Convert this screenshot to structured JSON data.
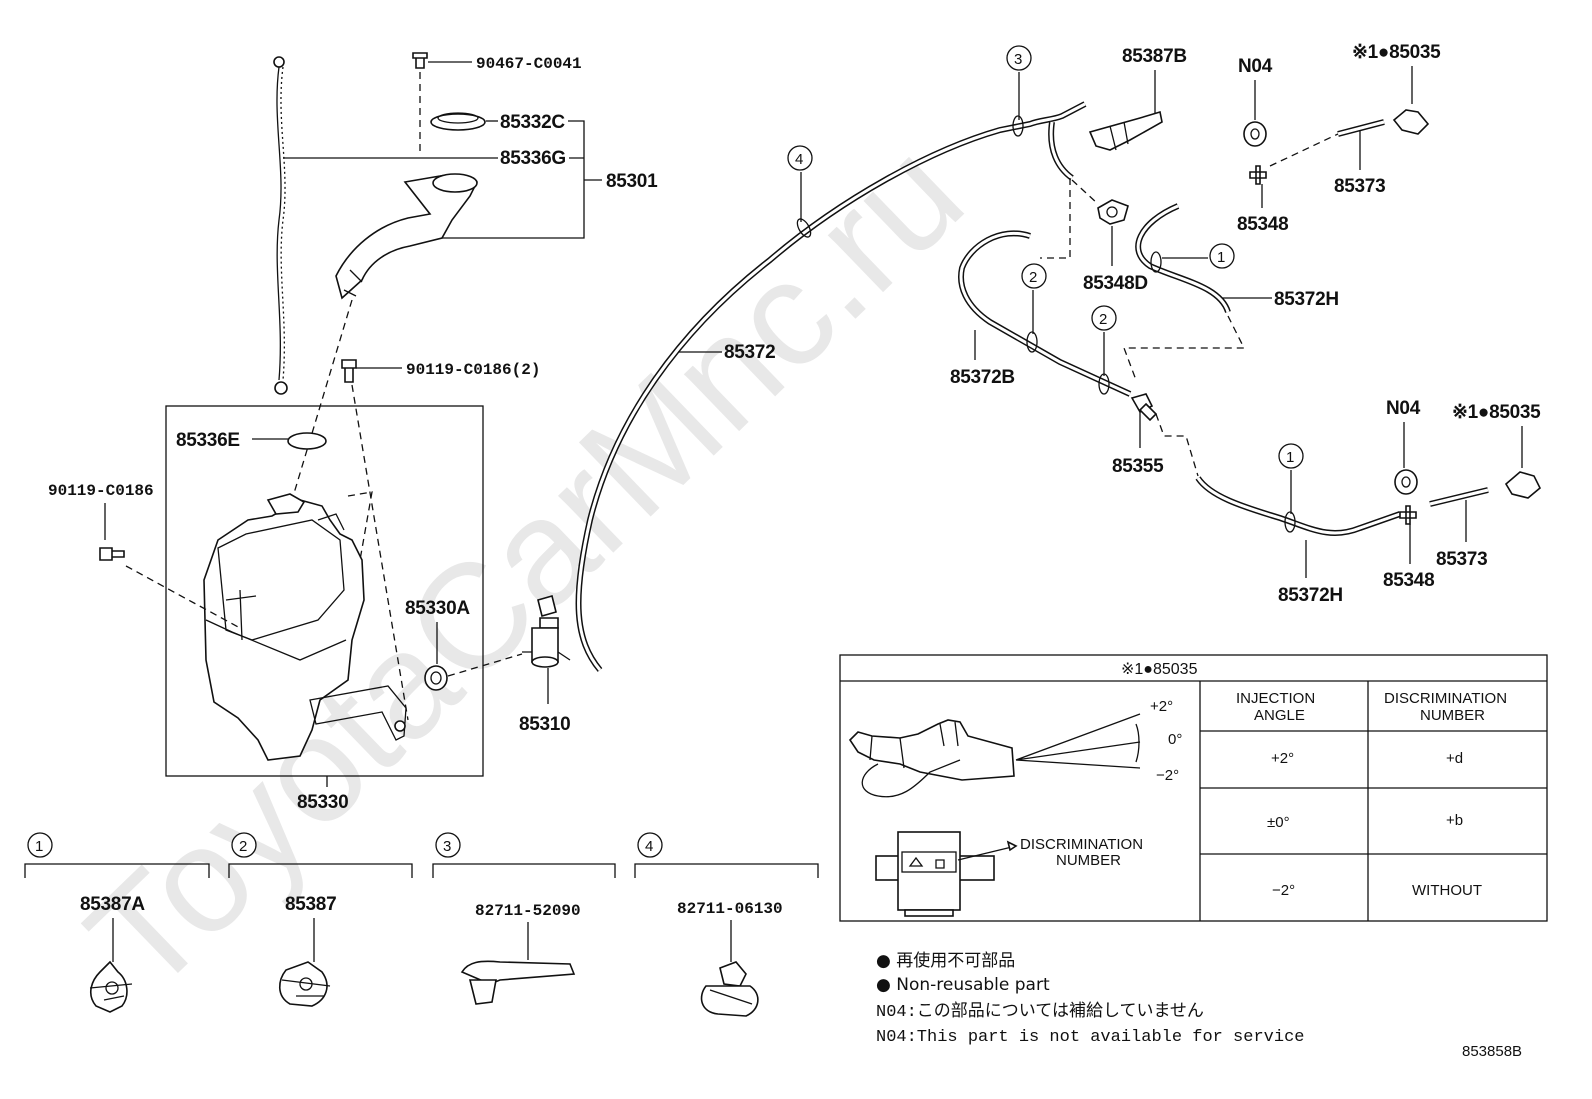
{
  "watermark": "ToyotaCarMnc.ru",
  "labels": {
    "p90467": "90467-C0041",
    "p85332C": "85332C",
    "p85336G": "85336G",
    "p85301": "85301",
    "p90119_2": "90119-C0186(2)",
    "p85336E": "85336E",
    "p90119": "90119-C0186",
    "p85330A": "85330A",
    "p85310": "85310",
    "p85330": "85330",
    "p85372": "85372",
    "p85387B": "85387B",
    "pN04a": "N04",
    "p85035a": "※1●85035",
    "p85373a": "85373",
    "p85348a": "85348",
    "p85348D": "85348D",
    "p85372Ha": "85372H",
    "p85372B": "85372B",
    "p85355": "85355",
    "pN04b": "N04",
    "p85035b": "※1●85035",
    "p85372Hb": "85372H",
    "p85348b": "85348",
    "p85373b": "85373",
    "p85387A": "85387A",
    "p85387": "85387",
    "p82711a": "82711-52090",
    "p82711b": "82711-06130",
    "figure_code": "853858B"
  },
  "callouts": {
    "n1": "1",
    "n2": "2",
    "n3": "3",
    "n4": "4"
  },
  "table": {
    "title": "※1●85035",
    "angle_plus": "+2°",
    "angle_zero": "0°",
    "angle_minus": "−2°",
    "discrimination_label_1": "DISCRIMINATION",
    "discrimination_label_2": "NUMBER",
    "col1_header_1": "INJECTION",
    "col1_header_2": "ANGLE",
    "col2_header_1": "DISCRIMINATION",
    "col2_header_2": "NUMBER",
    "rows": [
      {
        "angle": "+2°",
        "number": "+d"
      },
      {
        "angle": "±0°",
        "number": "+b"
      },
      {
        "angle": "−2°",
        "number": "WITHOUT"
      }
    ]
  },
  "notes": {
    "jp_nonreusable": "● 再使用不可部品",
    "en_nonreusable": "● Non-reusable part",
    "jp_n04": "N04:この部品については補給していません",
    "en_n04": "N04:This part is not available for service"
  }
}
